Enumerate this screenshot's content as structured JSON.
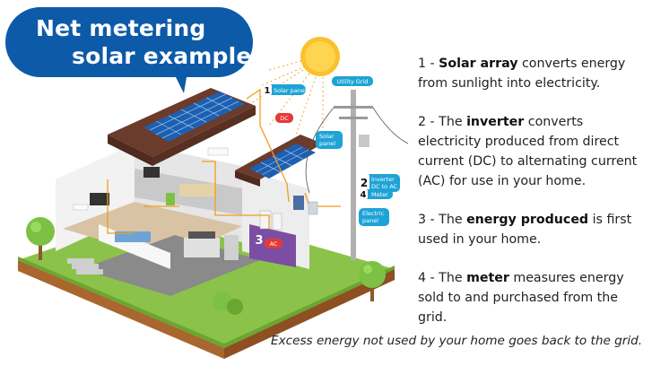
{
  "title": {
    "line1": "Net metering",
    "line2": "solar example"
  },
  "steps": [
    {
      "prefix": "1 - ",
      "bold": "Solar array",
      "rest": " converts energy from sunlight into electricity."
    },
    {
      "prefix": "2 - The ",
      "bold": "inverter",
      "rest": " converts electricity produced from direct current (DC) to alternating current (AC) for use in your home."
    },
    {
      "prefix": "3 - The ",
      "bold": "energy produced",
      "rest": " is first used in your home."
    },
    {
      "prefix": "4 - The ",
      "bold": "meter",
      "rest": " measures energy sold to and purchased from the grid."
    }
  ],
  "footer": "Excess energy not used by your home goes back to the grid.",
  "diagram_labels": {
    "solar_panel_1_num": "1",
    "solar_panel_1": "Solar panel",
    "dc": "DC",
    "utility_grid": "Utility Grid",
    "solar_panel_2a": "Solar",
    "solar_panel_2b": "panel",
    "inverter_num": "2",
    "inverter_a": "Inverter",
    "inverter_b": "DC to AC",
    "meter_num": "4",
    "meter": "Meter",
    "electric_panel_a": "Electric",
    "electric_panel_b": "panel",
    "ac_num": "3",
    "ac": "AC"
  },
  "colors": {
    "brand_blue": "#0d5aa8",
    "grass": "#7cc143",
    "soil": "#b5793d",
    "roof": "#6b3b2b",
    "panel": "#1d5fb0",
    "wire": "#f39c1f",
    "label_bg": "#1ea3d6"
  }
}
